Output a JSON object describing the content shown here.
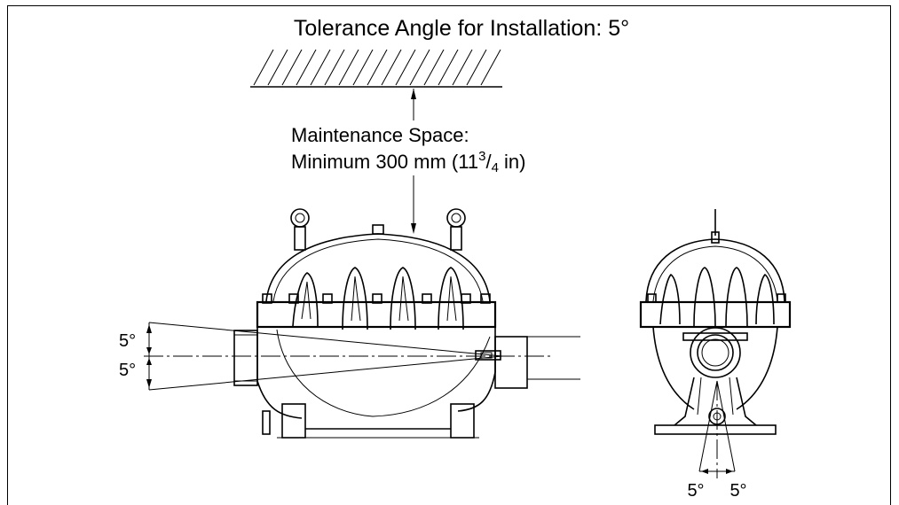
{
  "title": "Tolerance Angle for Installation: 5°",
  "maintenance": {
    "line1": "Maintenance Space:",
    "line2_pre": "Minimum 300 mm (11",
    "sup": "3",
    "slash": "/",
    "sub": "4",
    "line2_post": " in)"
  },
  "angles": {
    "upper": "5°",
    "lower": "5°",
    "right_left": "5°",
    "right_right": "5°"
  }
}
